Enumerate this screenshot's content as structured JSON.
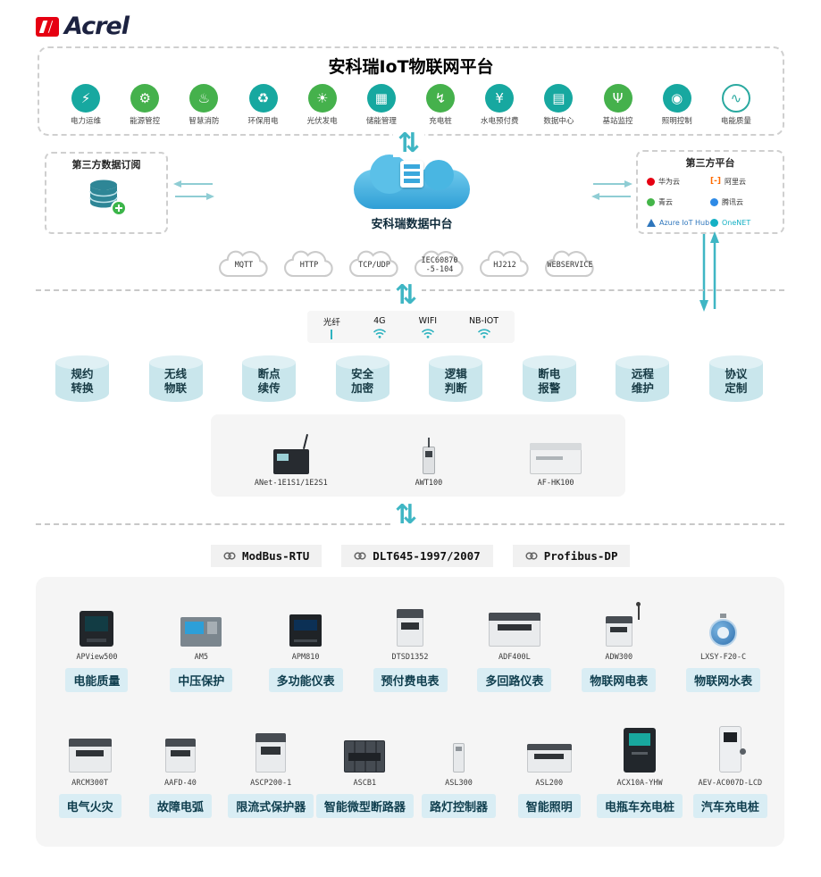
{
  "colors": {
    "accent_teal": "#3fb6c4",
    "icon_teal": "#17a8a0",
    "icon_green": "#45b14c",
    "badge_bg": "#d9edf4",
    "badge_text": "#0f3e4e",
    "panel_bg": "#f5f5f5",
    "cylinder_bg": "#c9e6ec",
    "cloud_blue": "#3aa8dc",
    "logo_red": "#e60012"
  },
  "icons": {
    "updown_arrow": "⇅"
  },
  "brand": {
    "logo_text": "Acrel"
  },
  "platform": {
    "title": "安科瑞IoT物联网平台",
    "apps": [
      {
        "label": "电力运维",
        "glyph": "⚡"
      },
      {
        "label": "能源管控",
        "glyph": "⚙"
      },
      {
        "label": "智慧消防",
        "glyph": "♨"
      },
      {
        "label": "环保用电",
        "glyph": "♻"
      },
      {
        "label": "光伏发电",
        "glyph": "☀"
      },
      {
        "label": "储能管理",
        "glyph": "▦"
      },
      {
        "label": "充电桩",
        "glyph": "↯"
      },
      {
        "label": "水电预付费",
        "glyph": "¥"
      },
      {
        "label": "数据中心",
        "glyph": "▤"
      },
      {
        "label": "基站监控",
        "glyph": "Ψ"
      },
      {
        "label": "照明控制",
        "glyph": "◉"
      },
      {
        "label": "电能质量",
        "glyph": "∿"
      }
    ]
  },
  "integration": {
    "left_box_title": "第三方数据订阅",
    "center_label": "安科瑞数据中台",
    "right_box_title": "第三方平台",
    "right_platforms": [
      {
        "name": "华为云"
      },
      {
        "name": "阿里云"
      },
      {
        "name": "青云"
      },
      {
        "name": "腾讯云"
      },
      {
        "name": "Azure IoT Hub"
      },
      {
        "name": "OneNET"
      }
    ],
    "ali_glyph": "[-]",
    "protocol_clouds": [
      "MQTT",
      "HTTP",
      "TCP/UDP",
      "IEC60870\n-5-104",
      "HJ212",
      "WEBSERVICE"
    ]
  },
  "network": {
    "items": [
      {
        "label": "光纤",
        "icon": "fiber-icon"
      },
      {
        "label": "4G",
        "icon": "wifi-icon"
      },
      {
        "label": "WIFI",
        "icon": "wifi-icon"
      },
      {
        "label": "NB-IOT",
        "icon": "wifi-icon"
      }
    ]
  },
  "capabilities": [
    {
      "line1": "规约",
      "line2": "转换"
    },
    {
      "line1": "无线",
      "line2": "物联"
    },
    {
      "line1": "断点",
      "line2": "续传"
    },
    {
      "line1": "安全",
      "line2": "加密"
    },
    {
      "line1": "逻辑",
      "line2": "判断"
    },
    {
      "line1": "断电",
      "line2": "报警"
    },
    {
      "line1": "远程",
      "line2": "维护"
    },
    {
      "line1": "协议",
      "line2": "定制"
    }
  ],
  "gateways": [
    {
      "model": "ANet-1E1S1/1E2S1"
    },
    {
      "model": "AWT100"
    },
    {
      "model": "AF-HK100"
    }
  ],
  "field_protocols": [
    {
      "label": "ModBus-RTU"
    },
    {
      "label": "DLT645-1997/2007"
    },
    {
      "label": "Profibus-DP"
    }
  ],
  "devices": {
    "row1": [
      {
        "model": "APView500",
        "tag": "电能质量"
      },
      {
        "model": "AM5",
        "tag": "中压保护"
      },
      {
        "model": "APM810",
        "tag": "多功能仪表"
      },
      {
        "model": "DTSD1352",
        "tag": "预付费电表"
      },
      {
        "model": "ADF400L",
        "tag": "多回路仪表"
      },
      {
        "model": "ADW300",
        "tag": "物联网电表"
      },
      {
        "model": "LXSY-F20-C",
        "tag": "物联网水表"
      }
    ],
    "row2": [
      {
        "model": "ARCM300T",
        "tag": "电气火灾"
      },
      {
        "model": "AAFD-40",
        "tag": "故障电弧"
      },
      {
        "model": "ASCP200-1",
        "tag": "限流式保护器"
      },
      {
        "model": "ASCB1",
        "tag": "智能微型断路器"
      },
      {
        "model": "ASL300",
        "tag": "路灯控制器"
      },
      {
        "model": "ASL200",
        "tag": "智能照明"
      },
      {
        "model": "ACX10A-YHW",
        "tag": "电瓶车充电桩"
      },
      {
        "model": "AEV-AC007D-LCD",
        "tag": "汽车充电桩"
      }
    ]
  }
}
